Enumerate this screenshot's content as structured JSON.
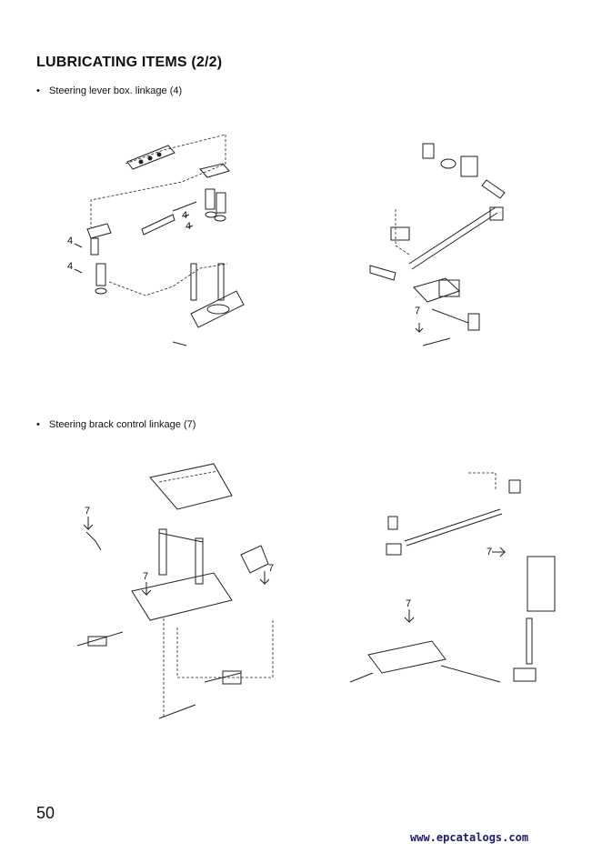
{
  "page": {
    "title": "LUBRICATING ITEMS (2/2)",
    "sections": [
      {
        "bullet": "•",
        "caption": "Steering lever box. linkage (4)"
      },
      {
        "bullet": "•",
        "caption": "Steering brack control linkage (7)"
      }
    ],
    "page_number": "50",
    "watermark": "www.epcatalogs.com"
  },
  "figures": {
    "fig1_labels": [
      "4",
      "4",
      "4",
      "4"
    ],
    "fig2_labels": [
      "7"
    ],
    "fig3_labels": [
      "7",
      "7",
      "7"
    ],
    "fig4_labels": [
      "7",
      "7"
    ]
  }
}
